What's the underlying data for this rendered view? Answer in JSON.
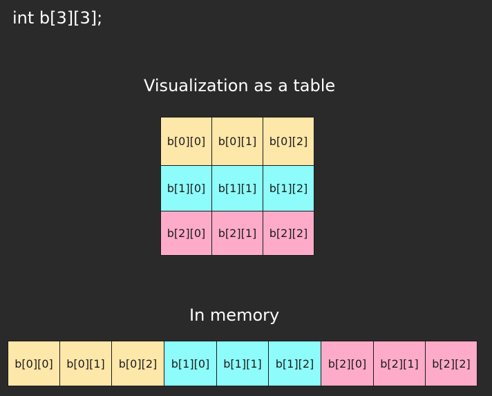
{
  "declaration": "int b[3][3];",
  "table_title": "Visualization as a table",
  "memory_title": "In memory",
  "colors": {
    "background": "#2b2a2a",
    "row0": "#fde7a9",
    "row1": "#8dfcfb",
    "row2": "#fdabc8",
    "text": "#1a1a1a",
    "title_text": "#ffffff"
  },
  "table_rows": [
    [
      "b[0][0]",
      "b[0][1]",
      "b[0][2]"
    ],
    [
      "b[1][0]",
      "b[1][1]",
      "b[1][2]"
    ],
    [
      "b[2][0]",
      "b[2][1]",
      "b[2][2]"
    ]
  ],
  "memory": [
    "b[0][0]",
    "b[0][1]",
    "b[0][2]",
    "b[1][0]",
    "b[1][1]",
    "b[1][2]",
    "b[2][0]",
    "b[2][1]",
    "b[2][2]"
  ]
}
